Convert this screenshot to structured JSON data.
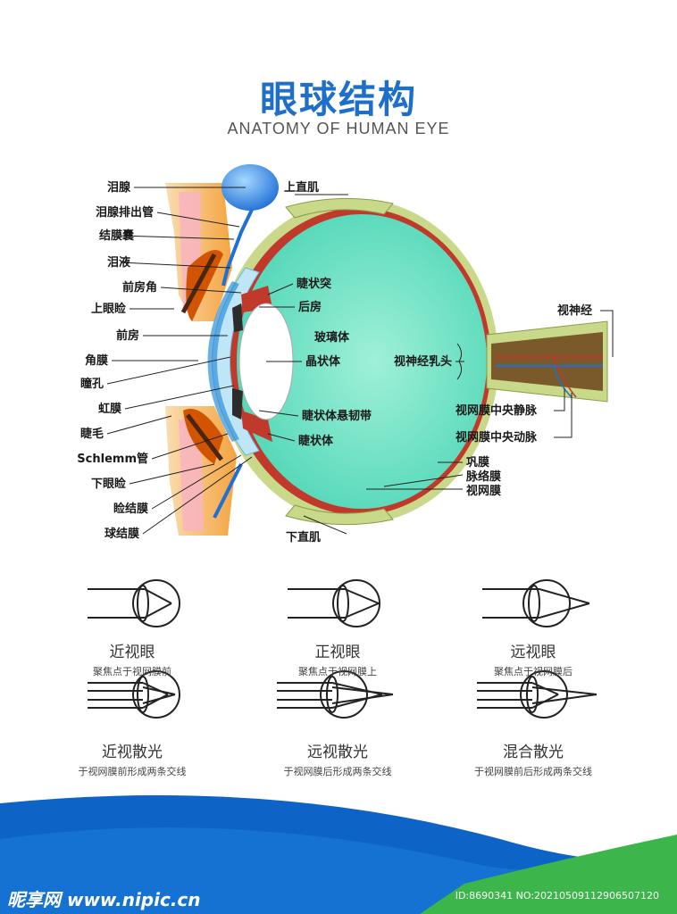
{
  "title": "眼球结构",
  "subtitle": "ANATOMY OF HUMAN EYE",
  "labels_left": [
    "泪腺",
    "泪腺排出管",
    "结膜囊",
    "泪液",
    "前房角",
    "上眼睑",
    "前房",
    "角膜",
    "瞳孔",
    "虹膜",
    "睫毛",
    "Schlemm管",
    "下眼睑",
    "睑结膜",
    "球结膜"
  ],
  "labels_inner": [
    "睫状突",
    "后房",
    "玻璃体",
    "晶状体",
    "睫状体悬韧带",
    "睫状体",
    "视神经乳头"
  ],
  "labels_right": {
    "superior_rectus": "上直肌",
    "inferior_rectus": "下直肌",
    "optic_nerve": "视神经",
    "central_vein": "视网膜中央静脉",
    "central_artery": "视网膜中央动脉",
    "sclera": "巩膜",
    "choroid": "脉络膜",
    "retina": "视网膜"
  },
  "conditions": [
    {
      "name": "近视眼",
      "desc": "聚焦点于视网膜前"
    },
    {
      "name": "正视眼",
      "desc": "聚焦点于视网膜上"
    },
    {
      "name": "远视眼",
      "desc": "聚焦点于视网膜后"
    },
    {
      "name": "近视散光",
      "desc": "于视网膜前形成两条交线"
    },
    {
      "name": "远视散光",
      "desc": "于视网膜后形成两条交线"
    },
    {
      "name": "混合散光",
      "desc": "于视网膜前后形成两条交线"
    }
  ],
  "watermark": "昵享网 www.nipic.cn",
  "image_id": "ID:8690341 NO:20210509112906507120",
  "colors": {
    "title": "#1d6fc9",
    "vitreous": "#6fe3c4",
    "sclera": "#c9d98a",
    "choroid": "#c0392b",
    "cornea": "#bfe6f7",
    "wave_blue": "#0d63c6",
    "wave_green": "#3cb54a"
  }
}
